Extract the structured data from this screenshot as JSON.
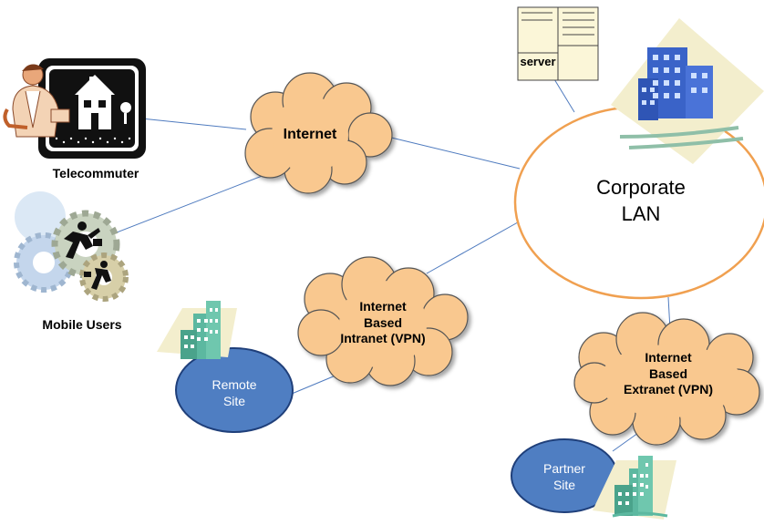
{
  "diagram": {
    "clouds": {
      "internet": "Internet",
      "intranet": "Internet\nBased\nIntranet (VPN)",
      "extranet": "Internet\nBased\nExtranet (VPN)"
    },
    "corporate_lan": "Corporate\nLAN",
    "remote_site": "Remote\nSite",
    "partner_site": "Partner\nSite",
    "telecommuter": "Telecommuter",
    "mobile_users": "Mobile Users",
    "server": "server"
  },
  "colors": {
    "cloud_fill": "#f9c88f",
    "cloud_outline": "#555555",
    "lan_outline": "#f0a050",
    "site_fill": "#4f7ec2",
    "site_outline": "#1f3f7a",
    "connector": "#4f7bbf",
    "building_blue": "#3a63c8",
    "building_teal": "#5cb8a0"
  }
}
